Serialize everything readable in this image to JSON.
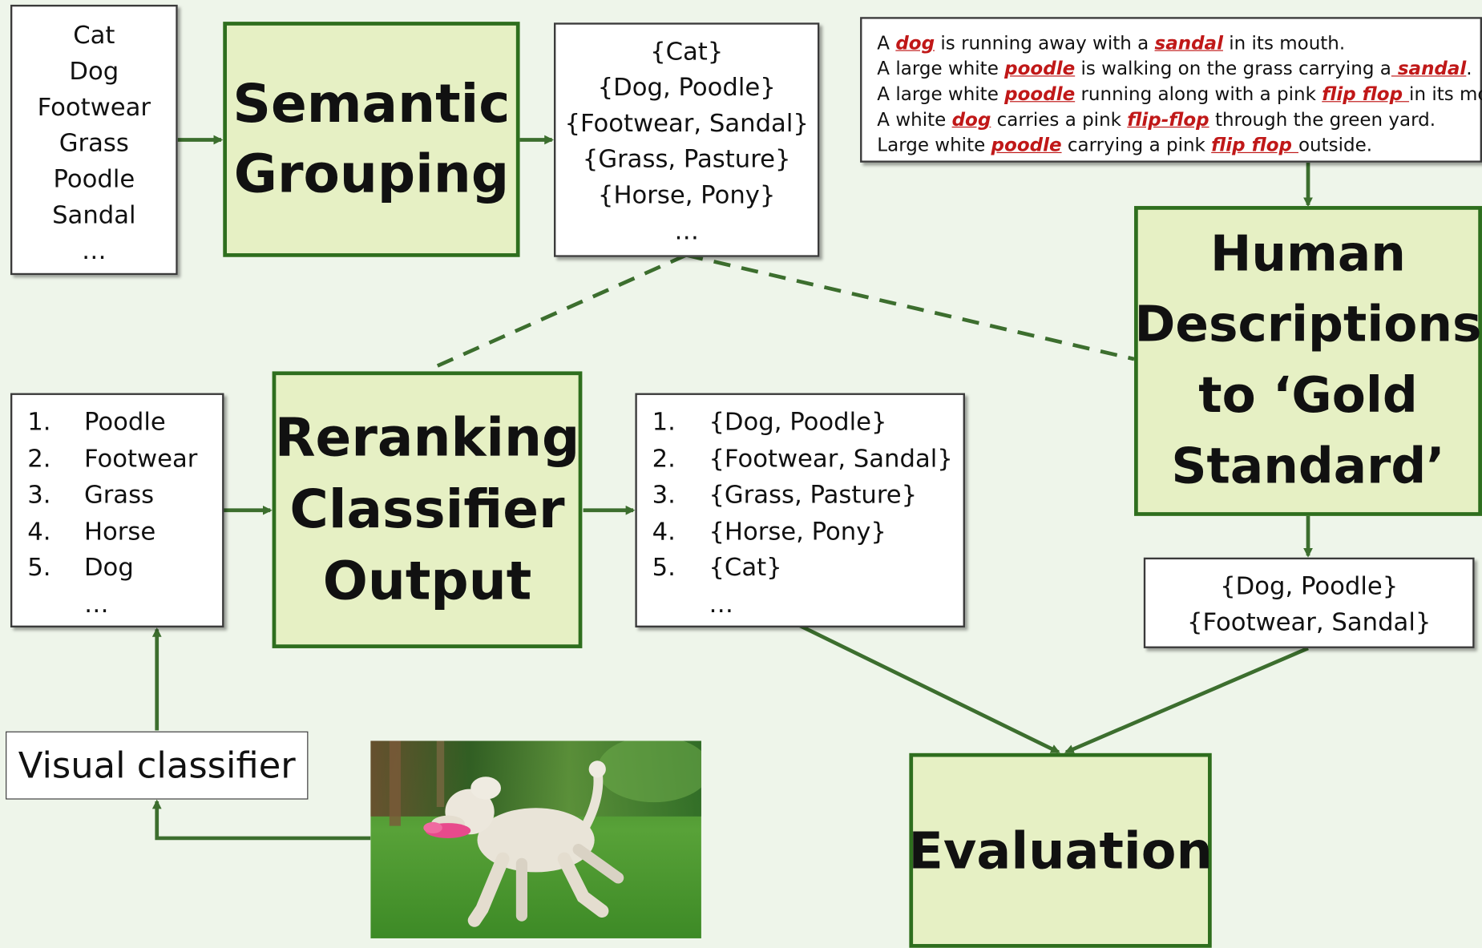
{
  "top_labels": {
    "items": [
      "Cat",
      "Dog",
      "Footwear",
      "Grass",
      "Poodle",
      "Sandal",
      "…"
    ]
  },
  "semantic_grouping": {
    "line1": "Semantic",
    "line2": "Grouping"
  },
  "grouped_labels": {
    "items": [
      "{Cat}",
      "{Dog, Poodle}",
      "{Footwear, Sandal}",
      "{Grass, Pasture}",
      "{Horse, Pony}",
      "…"
    ]
  },
  "descriptions": {
    "sentences": [
      [
        {
          "t": "A "
        },
        {
          "t": "dog",
          "k": true
        },
        {
          "t": " is running away with a "
        },
        {
          "t": "sandal",
          "k": true
        },
        {
          "t": " in its mouth."
        }
      ],
      [
        {
          "t": "A large white "
        },
        {
          "t": "poodle",
          "k": true
        },
        {
          "t": " is walking on the grass carrying a"
        },
        {
          "t": " sandal",
          "k": true
        },
        {
          "t": "."
        }
      ],
      [
        {
          "t": "A large white "
        },
        {
          "t": "poodle",
          "k": true
        },
        {
          "t": " running along with a pink "
        },
        {
          "t": "flip flop ",
          "k": true
        },
        {
          "t": "in its mouth."
        }
      ],
      [
        {
          "t": "A white "
        },
        {
          "t": "dog",
          "k": true
        },
        {
          "t": " carries a pink "
        },
        {
          "t": "flip-flop",
          "k": true
        },
        {
          "t": " through the green yard."
        }
      ],
      [
        {
          "t": "Large white "
        },
        {
          "t": "poodle",
          "k": true
        },
        {
          "t": " carrying a pink "
        },
        {
          "t": "flip flop ",
          "k": true
        },
        {
          "t": "outside."
        }
      ]
    ]
  },
  "human_descriptions": {
    "lines": [
      "Human",
      "Descriptions",
      "to ‘Gold",
      "Standard’"
    ]
  },
  "classifier_output": {
    "rows": [
      {
        "num": "1.",
        "label": "Poodle"
      },
      {
        "num": "2.",
        "label": "Footwear"
      },
      {
        "num": "3.",
        "label": "Grass"
      },
      {
        "num": "4.",
        "label": "Horse"
      },
      {
        "num": "5.",
        "label": "Dog"
      },
      {
        "num": "",
        "label": "…"
      }
    ]
  },
  "reranking": {
    "lines": [
      "Reranking",
      "Classifier",
      "Output"
    ]
  },
  "reranked_output": {
    "rows": [
      {
        "num": "1.",
        "label": "{Dog, Poodle}"
      },
      {
        "num": "2.",
        "label": "{Footwear, Sandal}"
      },
      {
        "num": "3.",
        "label": "{Grass, Pasture}"
      },
      {
        "num": "4.",
        "label": "{Horse, Pony}"
      },
      {
        "num": "5.",
        "label": "{Cat}"
      },
      {
        "num": "",
        "label": "…"
      }
    ]
  },
  "gold_standard": {
    "items": [
      "{Dog, Poodle}",
      "{Footwear, Sandal}"
    ]
  },
  "visual_classifier": {
    "label": "Visual classifier"
  },
  "evaluation": {
    "label": "Evaluation"
  },
  "colors": {
    "arrow": "#3c6e2e",
    "box_fill": "#e6f0c4",
    "box_border": "#2e6e1e",
    "keyword": "#c01818",
    "background": "#eef5ea"
  }
}
